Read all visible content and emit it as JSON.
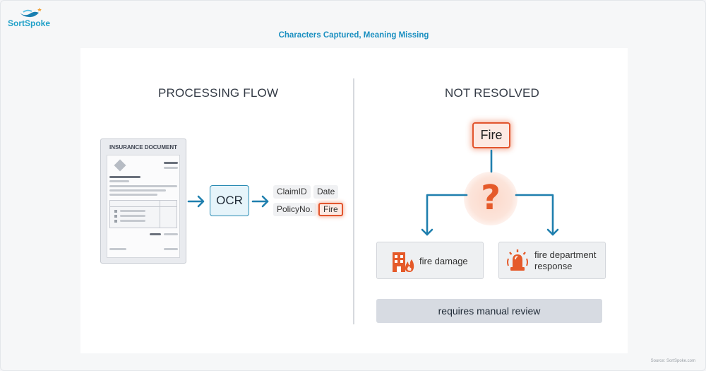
{
  "brand": {
    "name": "SortSpoke"
  },
  "title": "Characters Captured, Meaning Missing",
  "source": "Source: SortSpoke.com",
  "left_panel": {
    "heading": "PROCESSING FLOW",
    "document_label": "INSURANCE DOCUMENT",
    "ocr_label": "OCR",
    "fields": [
      "ClaimID",
      "Date",
      "PolicyNo.",
      "Fire"
    ],
    "highlighted_field": "Fire"
  },
  "right_panel": {
    "heading": "NOT RESOLVED",
    "term": "Fire",
    "question_mark": "?",
    "options": [
      {
        "label": "fire damage",
        "icon": "building-fire-icon"
      },
      {
        "label_line1": "fire department",
        "label_line2": "response",
        "icon": "siren-icon"
      }
    ],
    "footer": "requires manual review"
  },
  "colors": {
    "accent_blue": "#2a8bb3",
    "highlight_orange": "#e2552d",
    "brand_blue": "#1fa0c8"
  }
}
